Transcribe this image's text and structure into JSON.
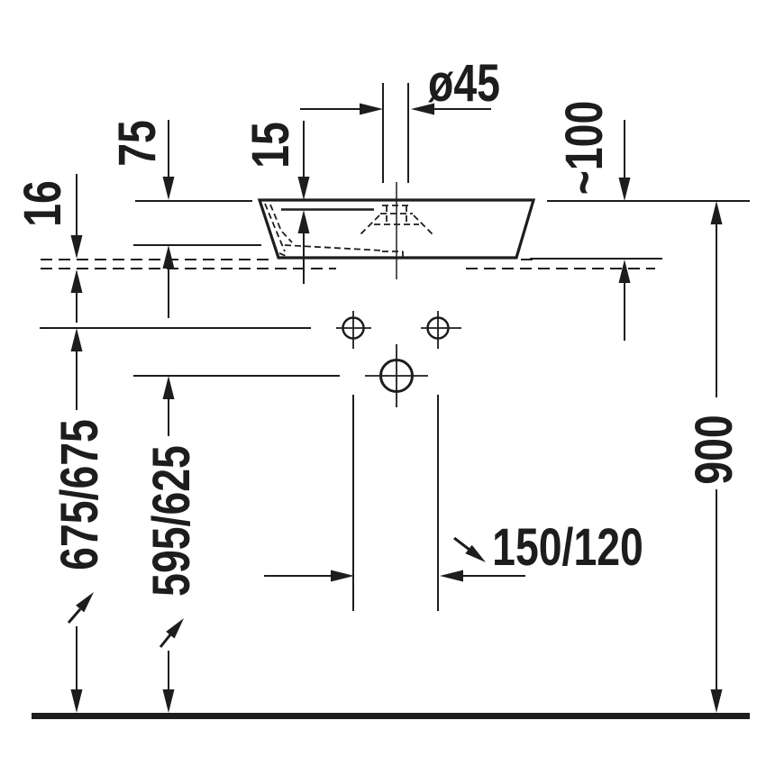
{
  "drawing": {
    "type": "washbasin-installation-technical-drawing",
    "background_color": "#ffffff",
    "line_color": "#1d1d1b",
    "labels": {
      "d45": "ø45",
      "d75": "75",
      "d15": "15",
      "d16": "16",
      "d100": "~100",
      "d900": "900",
      "d675_675": "675/675",
      "d595_625": "595/625",
      "d150_120": "150/120"
    }
  }
}
